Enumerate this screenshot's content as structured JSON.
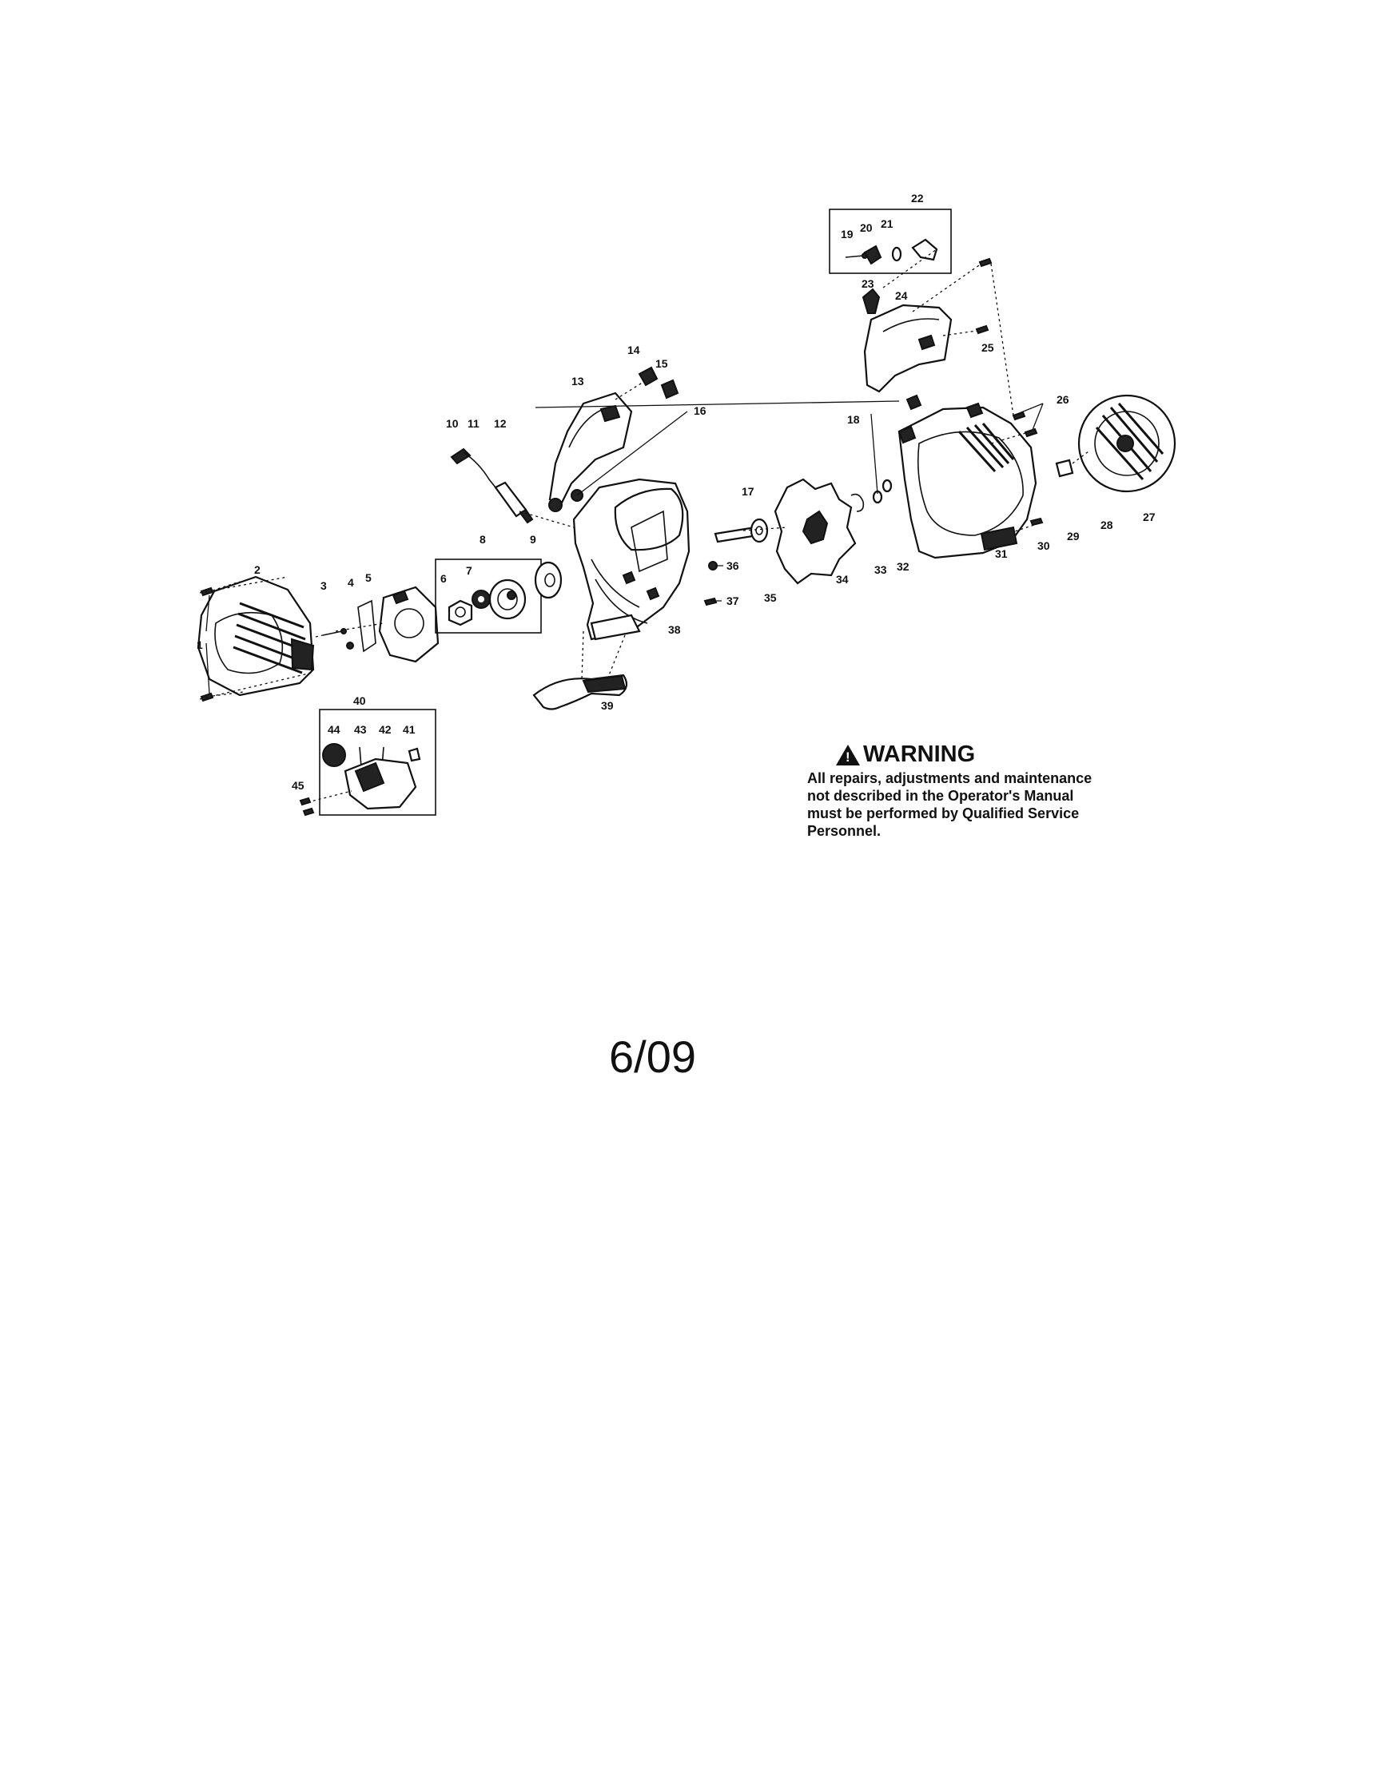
{
  "callouts": {
    "c1": "1",
    "c2": "2",
    "c3": "3",
    "c4": "4",
    "c5": "5",
    "c6": "6",
    "c7": "7",
    "c8": "8",
    "c9": "9",
    "c10": "10",
    "c11": "11",
    "c12": "12",
    "c13": "13",
    "c14": "14",
    "c15": "15",
    "c16": "16",
    "c17": "17",
    "c18": "18",
    "c19": "19",
    "c20": "20",
    "c21": "21",
    "c22": "22",
    "c23": "23",
    "c24": "24",
    "c25": "25",
    "c26": "26",
    "c27": "27",
    "c28": "28",
    "c29": "29",
    "c30": "30",
    "c31": "31",
    "c32": "32",
    "c33": "33",
    "c34": "34",
    "c35": "35",
    "c36": "36",
    "c37": "37",
    "c38": "38",
    "c39": "39",
    "c40": "40",
    "c41": "41",
    "c42": "42",
    "c43": "43",
    "c44": "44",
    "c45": "45"
  },
  "warning": {
    "title": "WARNING",
    "body": "All repairs, adjustments and maintenance not described in the Operator's Manual must be performed by Qualified Service Personnel."
  },
  "date_code": "6/09"
}
